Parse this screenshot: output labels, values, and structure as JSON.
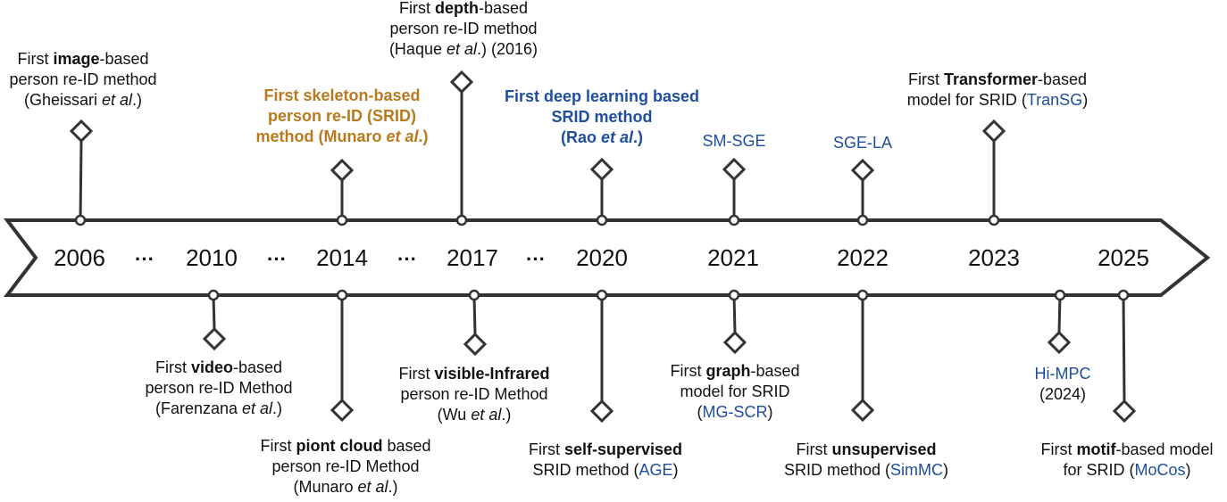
{
  "colors": {
    "line": "#333333",
    "text": "#111111",
    "blue": "#1f4e9c",
    "orange": "#b87a1c"
  },
  "years": [
    "2006",
    "2010",
    "2014",
    "2017",
    "2020",
    "2021",
    "2022",
    "2023",
    "2025"
  ],
  "ellipsis": "···",
  "top_events": [
    {
      "id": "image-based",
      "lines": [
        [
          {
            "t": "First "
          },
          {
            "t": "image",
            "b": true
          },
          {
            "t": "-based"
          }
        ],
        [
          {
            "t": "person re-ID method"
          }
        ],
        [
          {
            "t": "(Gheissari "
          },
          {
            "t": "et al",
            "i": true
          },
          {
            "t": ".)"
          }
        ]
      ]
    },
    {
      "id": "skeleton-based",
      "color": "orange",
      "bold": true,
      "lines": [
        [
          {
            "t": "First skeleton-based"
          }
        ],
        [
          {
            "t": "person re-ID (SRID)"
          }
        ],
        [
          {
            "t": "method (Munaro "
          },
          {
            "t": "et al",
            "i": true
          },
          {
            "t": ".)"
          }
        ]
      ]
    },
    {
      "id": "depth-based",
      "lines": [
        [
          {
            "t": "First "
          },
          {
            "t": "depth",
            "b": true
          },
          {
            "t": "-based"
          }
        ],
        [
          {
            "t": "person re-ID method"
          }
        ],
        [
          {
            "t": "(Haque "
          },
          {
            "t": "et al",
            "i": true
          },
          {
            "t": ".) (2016)"
          }
        ]
      ]
    },
    {
      "id": "deep-learning",
      "color": "blue",
      "bold": true,
      "lines": [
        [
          {
            "t": "First deep learning based"
          }
        ],
        [
          {
            "t": "SRID method"
          }
        ],
        [
          {
            "t": "(Rao "
          },
          {
            "t": "et al",
            "i": true
          },
          {
            "t": ".)"
          }
        ]
      ]
    },
    {
      "id": "sm-sge",
      "color": "blue",
      "lines": [
        [
          {
            "t": "SM-SGE"
          }
        ]
      ]
    },
    {
      "id": "sge-la",
      "color": "blue",
      "lines": [
        [
          {
            "t": "SGE-LA"
          }
        ]
      ]
    },
    {
      "id": "transformer-based",
      "lines": [
        [
          {
            "t": "First "
          },
          {
            "t": "Transformer",
            "b": true
          },
          {
            "t": "-based"
          }
        ],
        [
          {
            "t": "model for SRID ("
          },
          {
            "t": "TranSG",
            "c": "blue"
          },
          {
            "t": ")"
          }
        ]
      ]
    }
  ],
  "bottom_events": [
    {
      "id": "video-based",
      "lines": [
        [
          {
            "t": "First "
          },
          {
            "t": "video",
            "b": true
          },
          {
            "t": "-based"
          }
        ],
        [
          {
            "t": "person re-ID Method"
          }
        ],
        [
          {
            "t": "(Farenzana "
          },
          {
            "t": "et al",
            "i": true
          },
          {
            "t": ".)"
          }
        ]
      ]
    },
    {
      "id": "point-cloud-based",
      "lines": [
        [
          {
            "t": "First "
          },
          {
            "t": "piont cloud",
            "b": true
          },
          {
            "t": " based"
          }
        ],
        [
          {
            "t": "person re-ID Method"
          }
        ],
        [
          {
            "t": "(Munaro "
          },
          {
            "t": "et al",
            "i": true
          },
          {
            "t": ".)"
          }
        ]
      ]
    },
    {
      "id": "visible-infrared",
      "lines": [
        [
          {
            "t": "First "
          },
          {
            "t": "visible-Infrared",
            "b": true
          }
        ],
        [
          {
            "t": "person re-ID Method"
          }
        ],
        [
          {
            "t": "(Wu "
          },
          {
            "t": "et al",
            "i": true
          },
          {
            "t": ".)"
          }
        ]
      ]
    },
    {
      "id": "self-supervised",
      "lines": [
        [
          {
            "t": "First "
          },
          {
            "t": "self-supervised",
            "b": true
          }
        ],
        [
          {
            "t": "SRID method ("
          },
          {
            "t": "AGE",
            "c": "blue"
          },
          {
            "t": ")"
          }
        ]
      ]
    },
    {
      "id": "graph-based",
      "lines": [
        [
          {
            "t": "First "
          },
          {
            "t": "graph",
            "b": true
          },
          {
            "t": "-based"
          }
        ],
        [
          {
            "t": "model for SRID"
          }
        ],
        [
          {
            "t": "("
          },
          {
            "t": "MG-SCR",
            "c": "blue"
          },
          {
            "t": ")"
          }
        ]
      ]
    },
    {
      "id": "unsupervised",
      "lines": [
        [
          {
            "t": "First "
          },
          {
            "t": "unsupervised",
            "b": true
          }
        ],
        [
          {
            "t": "SRID method ("
          },
          {
            "t": "SimMC",
            "c": "blue"
          },
          {
            "t": ")"
          }
        ]
      ]
    },
    {
      "id": "hi-mpc",
      "lines": [
        [
          {
            "t": "Hi-MPC",
            "c": "blue"
          }
        ],
        [
          {
            "t": "(2024)"
          }
        ]
      ]
    },
    {
      "id": "motif-based",
      "lines": [
        [
          {
            "t": "First "
          },
          {
            "t": "motif",
            "b": true
          },
          {
            "t": "-based model"
          }
        ],
        [
          {
            "t": "for SRID ("
          },
          {
            "t": "MoCos",
            "c": "blue"
          },
          {
            "t": ")"
          }
        ]
      ]
    }
  ]
}
